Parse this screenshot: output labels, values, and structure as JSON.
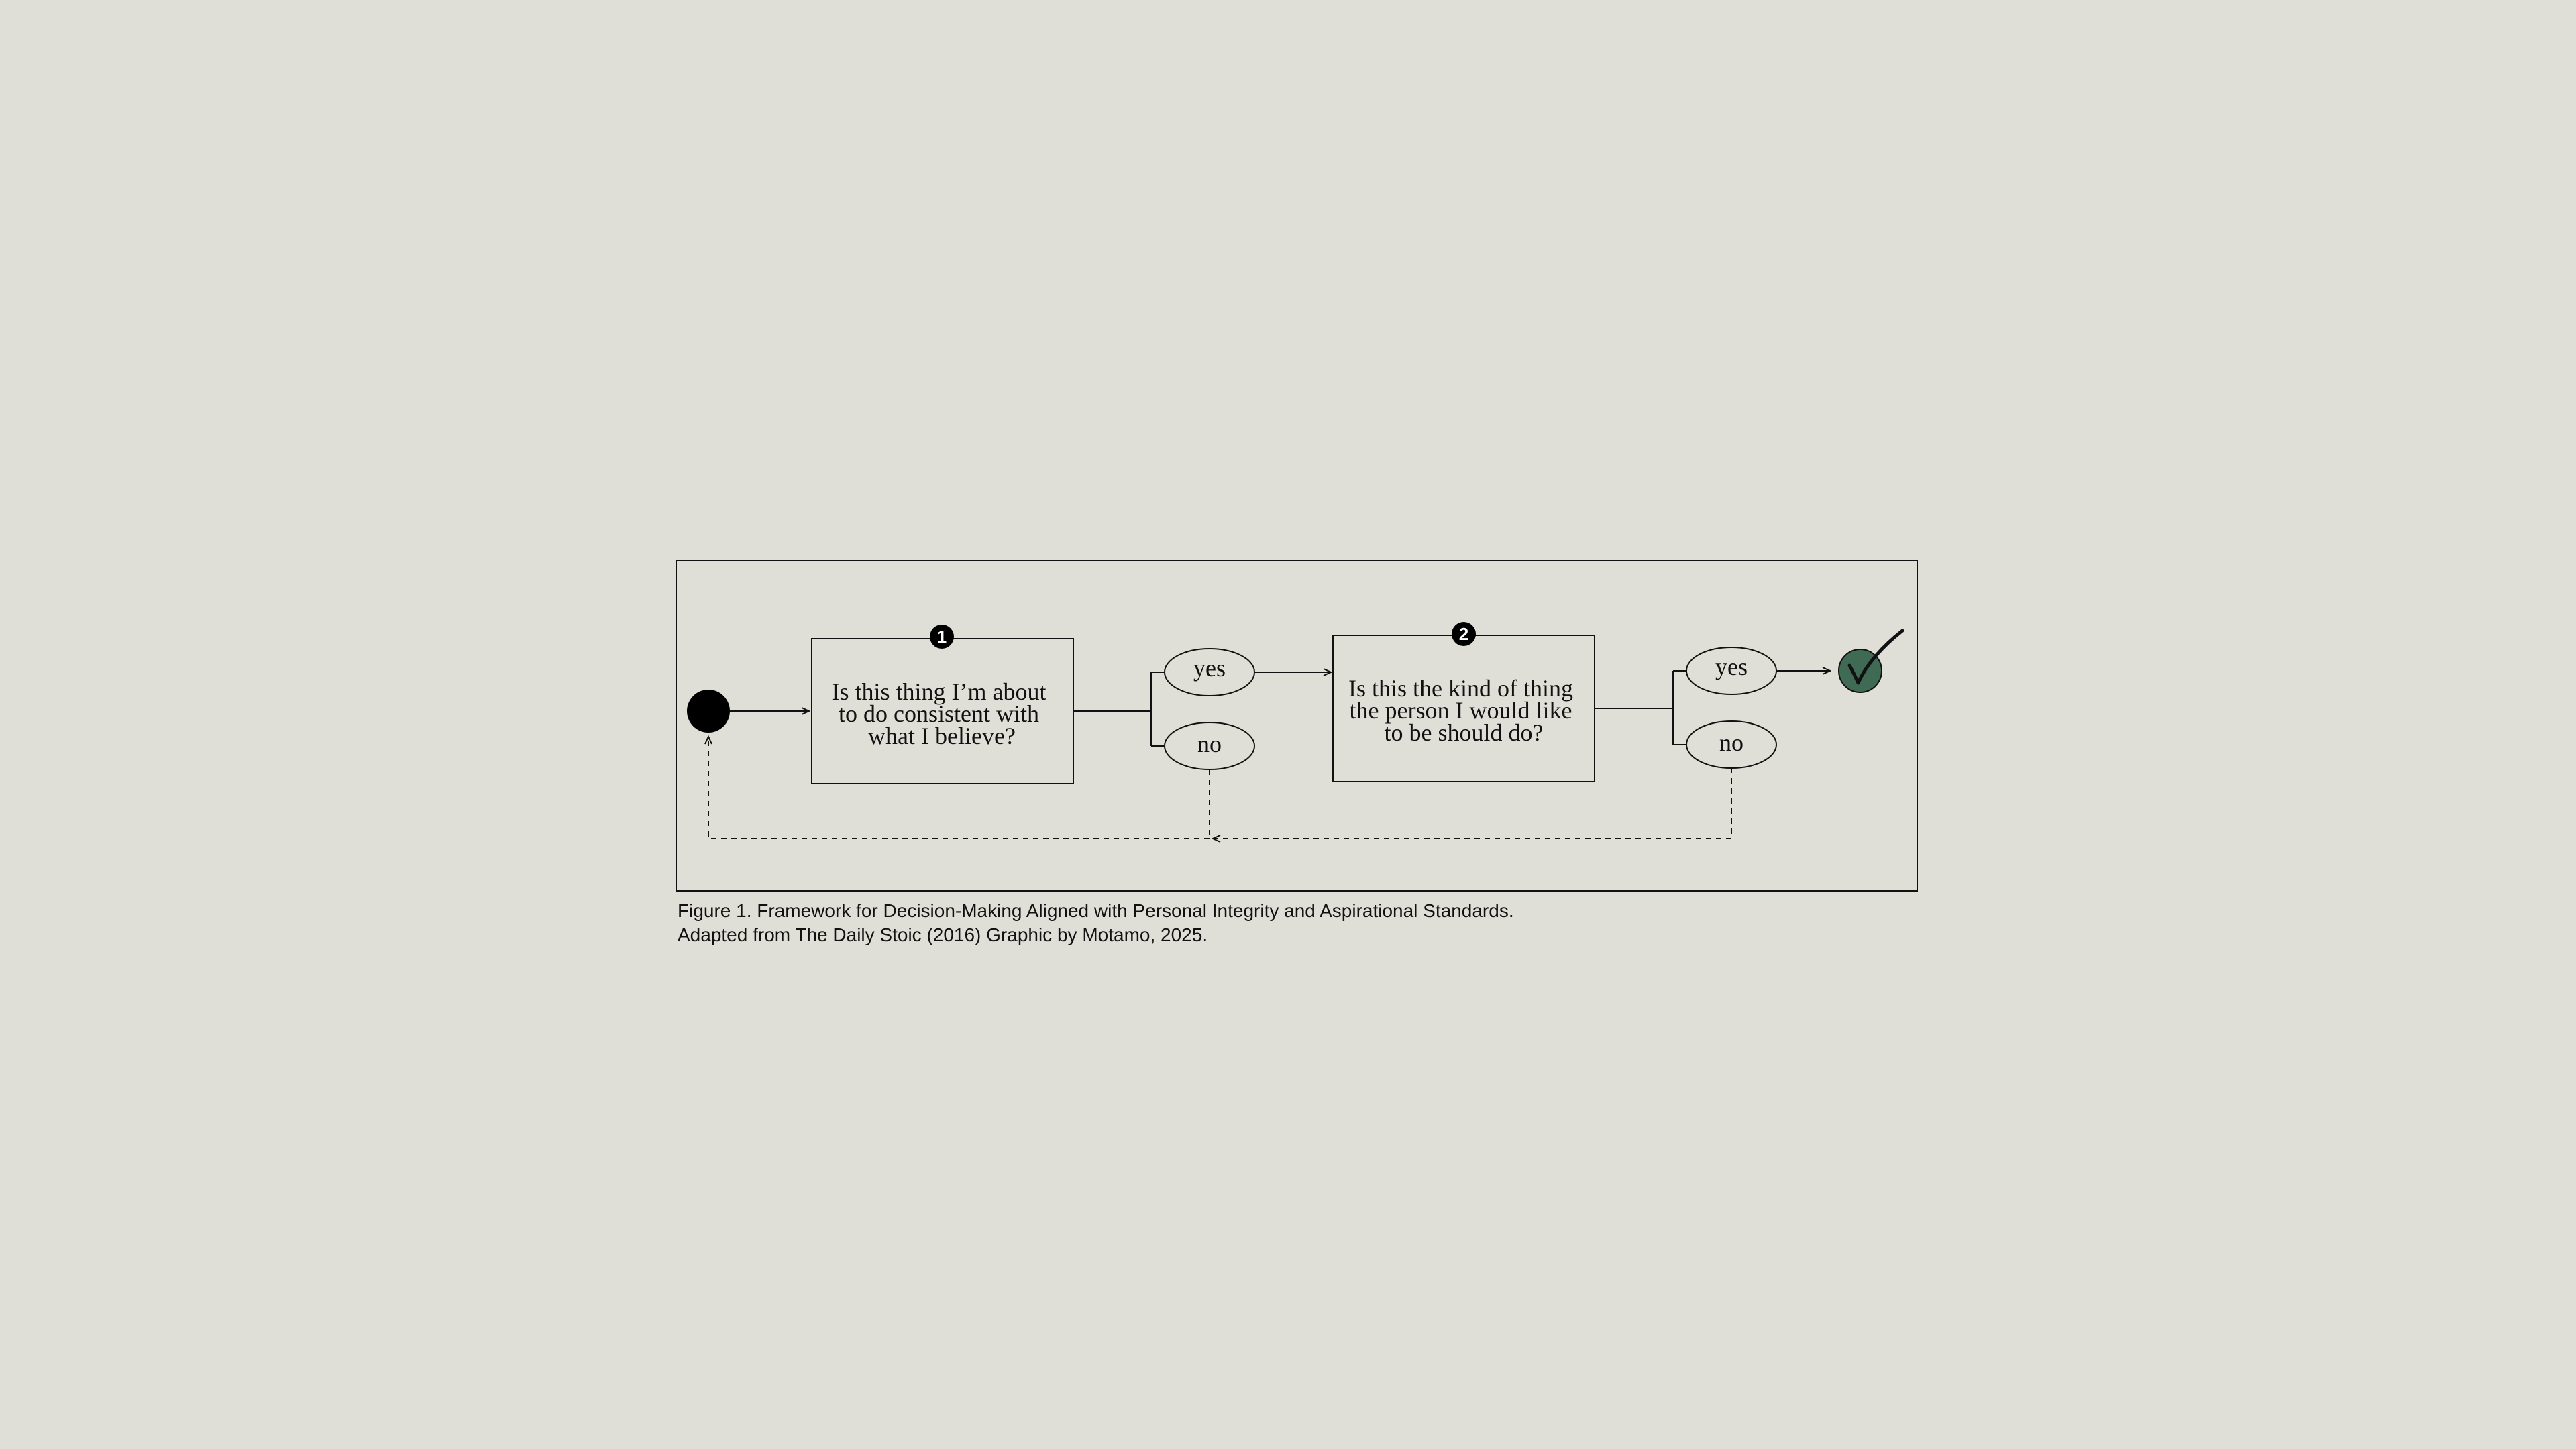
{
  "diagram": {
    "step1": {
      "badge": "1",
      "lines": [
        "Is this thing I’m about",
        "to do consistent with",
        "what I believe?"
      ],
      "yes": "yes",
      "no": "no"
    },
    "step2": {
      "badge": "2",
      "lines": [
        "Is this the kind of thing",
        "the person I would like",
        "to be should do?"
      ],
      "yes": "yes",
      "no": "no"
    },
    "colors": {
      "background": "#dfdfd7",
      "line": "#111111",
      "success_fill": "#3f6b55",
      "start_fill": "#000000"
    },
    "icons": {
      "start": "start-node-icon",
      "end": "checkmark-icon"
    }
  },
  "caption": {
    "line1": "Figure 1. Framework for Decision-Making Aligned with Personal Integrity and Aspirational Standards.",
    "line2": "Adapted from The Daily Stoic (2016) Graphic by Motamo, 2025."
  }
}
